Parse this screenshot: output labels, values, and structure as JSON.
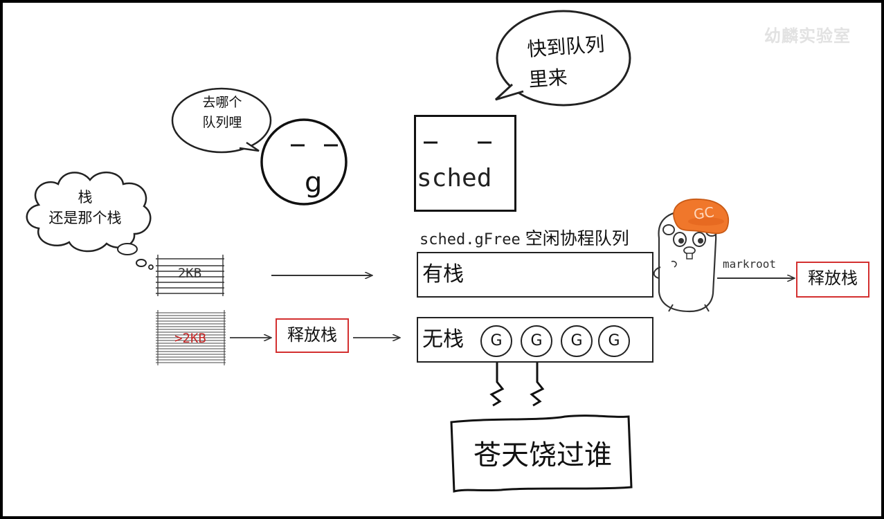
{
  "watermark": "幼麟实验室",
  "bubbles": {
    "g_line1": "去哪个",
    "g_line2": "队列哩",
    "sched_line1": "快到队列",
    "sched_line2": "里来",
    "cloud_line1": "栈",
    "cloud_line2": "还是那个栈"
  },
  "g_label": "g",
  "sched_label": "sched",
  "queue_title_code": "sched.gFree",
  "queue_title_cn": "空闲协程队列",
  "row_with_stack": "有栈",
  "row_without_stack": "无栈",
  "stack_small": "2KB",
  "stack_large": ">2KB",
  "free_stack_left": "释放栈",
  "free_stack_right": "释放栈",
  "markroot": "markroot",
  "gc_hat": "GC",
  "g_items": [
    "G",
    "G",
    "G",
    "G"
  ],
  "bottom_box": "苍天饶过谁",
  "colors": {
    "accent_red": "#d32f2f",
    "gc_hat": "#f0772b",
    "watermark": "#e2e2e2"
  }
}
